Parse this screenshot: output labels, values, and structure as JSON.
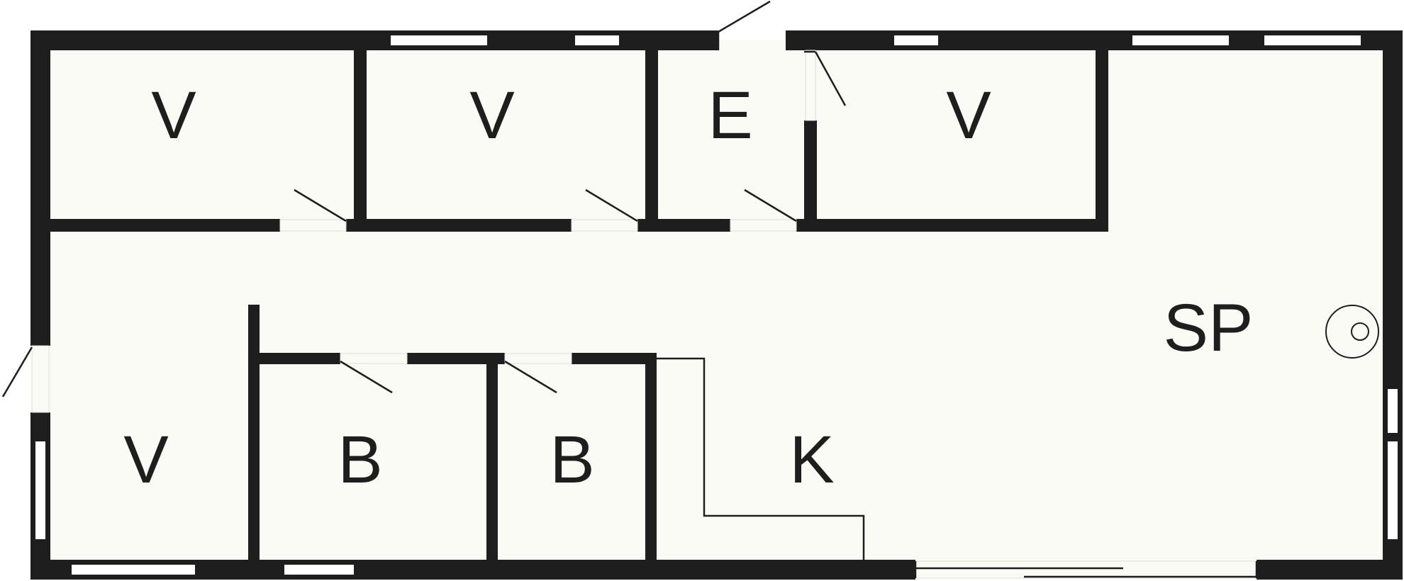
{
  "plan": {
    "colors": {
      "floor": "#fbfbf6",
      "wall": "#1e1e1e",
      "background": "#ffffff",
      "window": "#ffffff",
      "line": "#1e1e1e"
    },
    "rooms": {
      "v1": "V",
      "v2": "V",
      "e": "E",
      "v3": "V",
      "sp": "SP",
      "v4": "V",
      "b1": "B",
      "b2": "B",
      "k": "K"
    },
    "fixtures": {
      "fireplace": "stove-symbol"
    }
  }
}
